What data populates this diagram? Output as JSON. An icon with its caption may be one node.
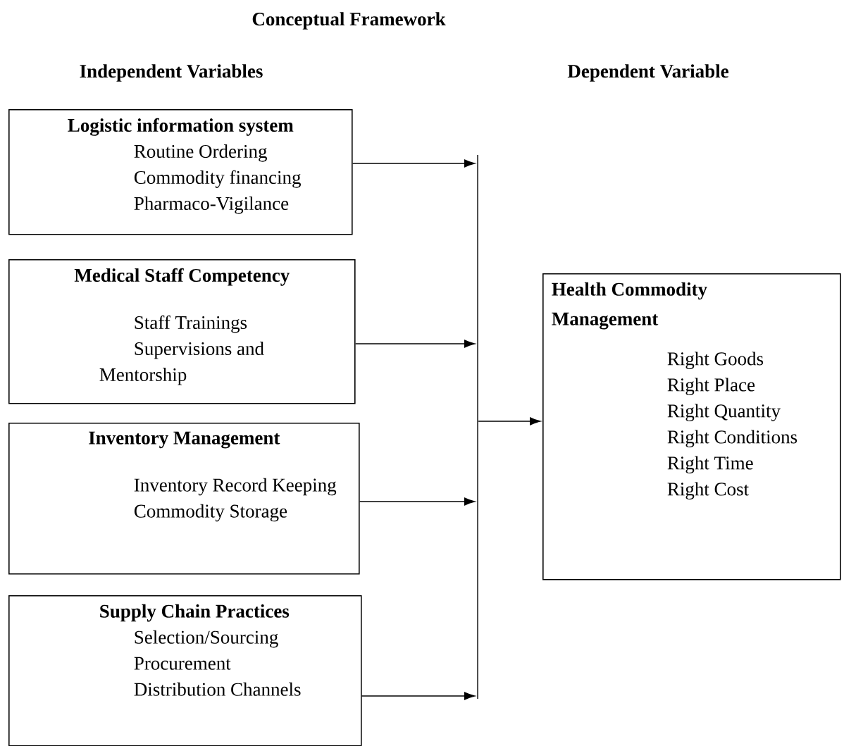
{
  "diagram": {
    "title": "Conceptual Framework",
    "nodes": [
      {
        "text": [
          "Logistic information system",
          "Routine Ordering",
          "Commodity financing",
          "Pharmaco-Vigilance"
        ]
      },
      {
        "text": [
          "Medical Staff Competency",
          "Staff Trainings",
          "Supervisions and Mentorship"
        ]
      },
      {
        "text": [
          "Inventory Management",
          "Inventory Record Keeping",
          "Commodity Storage"
        ]
      },
      {
        "text": [
          "Supply Chain Practices",
          "Selection/Sourcing",
          "Procurement",
          "Distribution Channels"
        ]
      },
      {
        "text": [],
        "shape": "bar"
      },
      {
        "text": [
          "Health Commodity Management",
          "Right Goods",
          "Right Place",
          "Right Quantity",
          "Right Conditions",
          "Right Time",
          "Right Cost"
        ]
      }
    ],
    "edges": [
      {
        "from": 0,
        "to": 4,
        "arrow": "to"
      },
      {
        "from": 1,
        "to": 4,
        "arrow": "to"
      },
      {
        "from": 2,
        "to": 4,
        "arrow": "to"
      },
      {
        "from": 3,
        "to": 4,
        "arrow": "to"
      },
      {
        "from": 4,
        "to": 5,
        "arrow": "to"
      }
    ],
    "labels": [
      "Independent Variables",
      "Dependent Variable"
    ]
  }
}
